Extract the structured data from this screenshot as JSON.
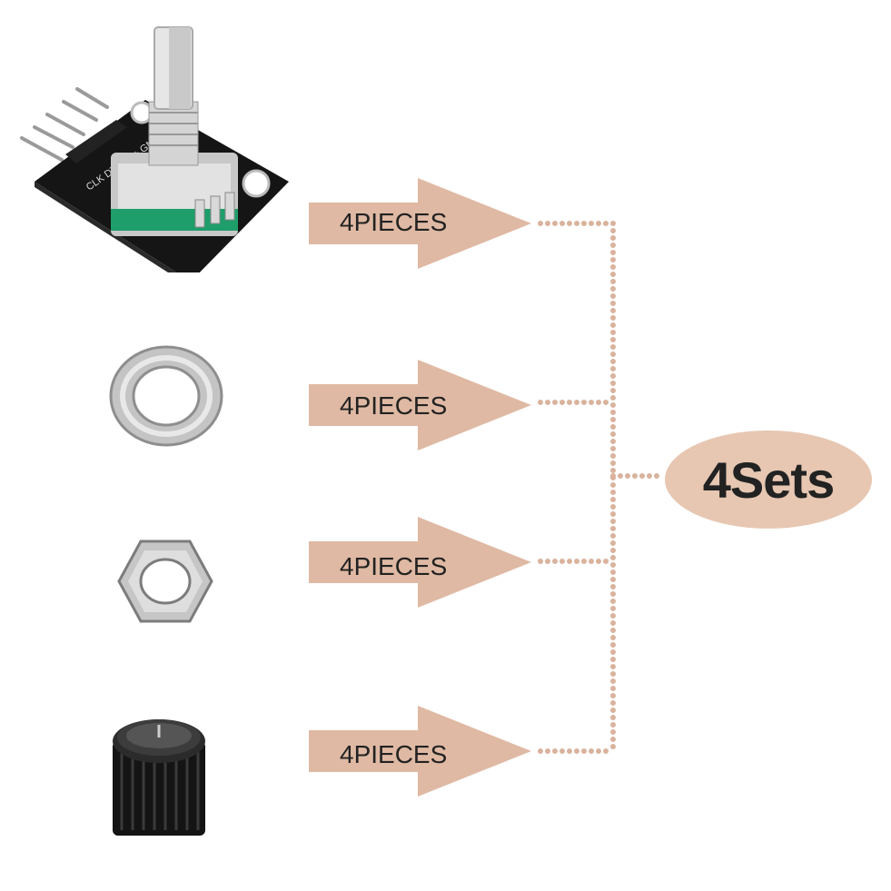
{
  "colors": {
    "arrow": "#dfb9a3",
    "dots": "#d9b39d",
    "badge": "#e7c7b2",
    "text": "#222222"
  },
  "components": [
    {
      "name": "rotary-encoder-module",
      "quantity_label": "4PIECES"
    },
    {
      "name": "flat-washer",
      "quantity_label": "4PIECES"
    },
    {
      "name": "hex-nut",
      "quantity_label": "4PIECES"
    },
    {
      "name": "knob-cap",
      "quantity_label": "4PIECES"
    }
  ],
  "result": {
    "label": "4Sets"
  }
}
